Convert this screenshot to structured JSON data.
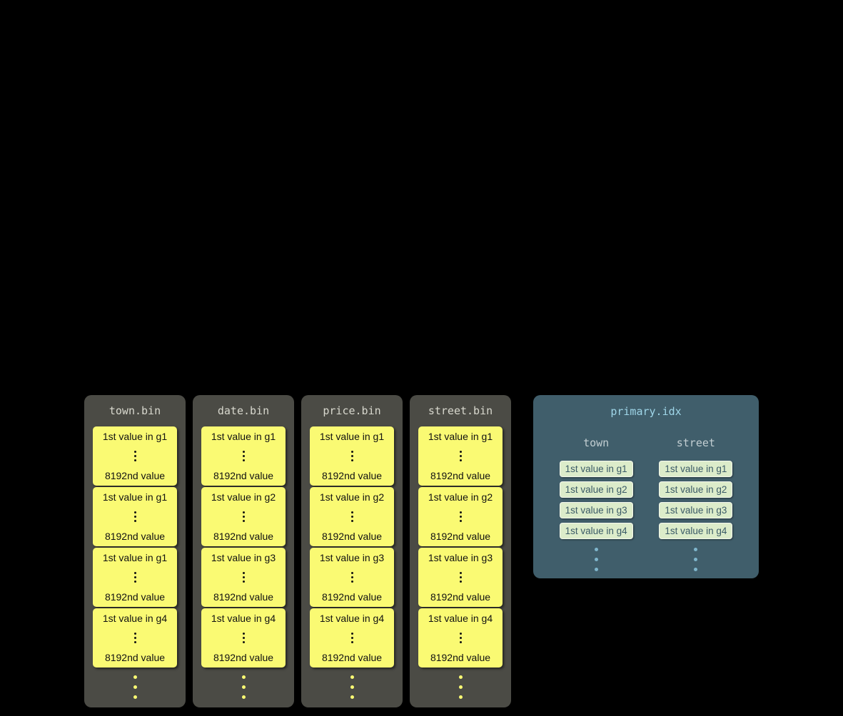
{
  "diagram": {
    "bin_files": [
      {
        "title": "town.bin",
        "blocks": [
          {
            "first": "1st value in g1",
            "last": "8192nd value"
          },
          {
            "first": "1st value in g1",
            "last": "8192nd value"
          },
          {
            "first": "1st value in g1",
            "last": "8192nd value"
          },
          {
            "first": "1st value in g4",
            "last": "8192nd value"
          }
        ]
      },
      {
        "title": "date.bin",
        "blocks": [
          {
            "first": "1st value in g1",
            "last": "8192nd value"
          },
          {
            "first": "1st value in g2",
            "last": "8192nd value"
          },
          {
            "first": "1st value in g3",
            "last": "8192nd value"
          },
          {
            "first": "1st value in g4",
            "last": "8192nd value"
          }
        ]
      },
      {
        "title": "price.bin",
        "blocks": [
          {
            "first": "1st value in g1",
            "last": "8192nd value"
          },
          {
            "first": "1st value in g2",
            "last": "8192nd value"
          },
          {
            "first": "1st value in g3",
            "last": "8192nd value"
          },
          {
            "first": "1st value in g4",
            "last": "8192nd value"
          }
        ]
      },
      {
        "title": "street.bin",
        "blocks": [
          {
            "first": "1st value in g1",
            "last": "8192nd value"
          },
          {
            "first": "1st value in g2",
            "last": "8192nd value"
          },
          {
            "first": "1st value in g3",
            "last": "8192nd value"
          },
          {
            "first": "1st value in g4",
            "last": "8192nd value"
          }
        ]
      }
    ],
    "index_file": {
      "title": "primary.idx",
      "columns": [
        {
          "header": "town",
          "entries": [
            "1st value in g1",
            "1st value in g2",
            "1st value in g3",
            "1st value in g4"
          ]
        },
        {
          "header": "street",
          "entries": [
            "1st value in g1",
            "1st value in g2",
            "1st value in g3",
            "1st value in g4"
          ]
        }
      ]
    },
    "colors": {
      "background": "#000000",
      "bin_panel": "#4b4b45",
      "bin_title_text": "#d8d8ce",
      "granule_block_fill": "#fafa73",
      "granule_block_text": "#111111",
      "index_panel": "#405e6b",
      "index_title_text": "#9fd6e8",
      "index_header_text": "#c2ced2",
      "index_entry_fill": "#dcecca",
      "index_entry_text": "#3a5a66",
      "ellipsis_yellow": "#fafa73",
      "ellipsis_blue": "#7fb6cc"
    }
  }
}
